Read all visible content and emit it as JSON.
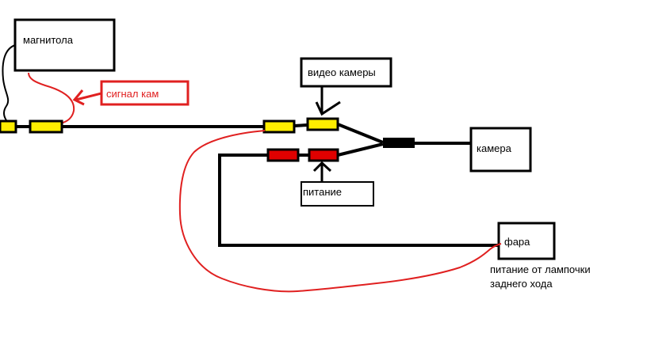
{
  "colors": {
    "wire": "#000000",
    "signal": "#e02020",
    "video_connector": "#ffee00",
    "power_connector": "#e00000",
    "background": "#ffffff"
  },
  "labels": {
    "head_unit": "магнитола",
    "camera_signal": "сигнал кам",
    "camera_video": "видео камеры",
    "power": "питание",
    "camera": "камера",
    "headlight": "фара",
    "reverse_note_line1": "питание от лампочки",
    "reverse_note_line2": "заднего хода"
  }
}
